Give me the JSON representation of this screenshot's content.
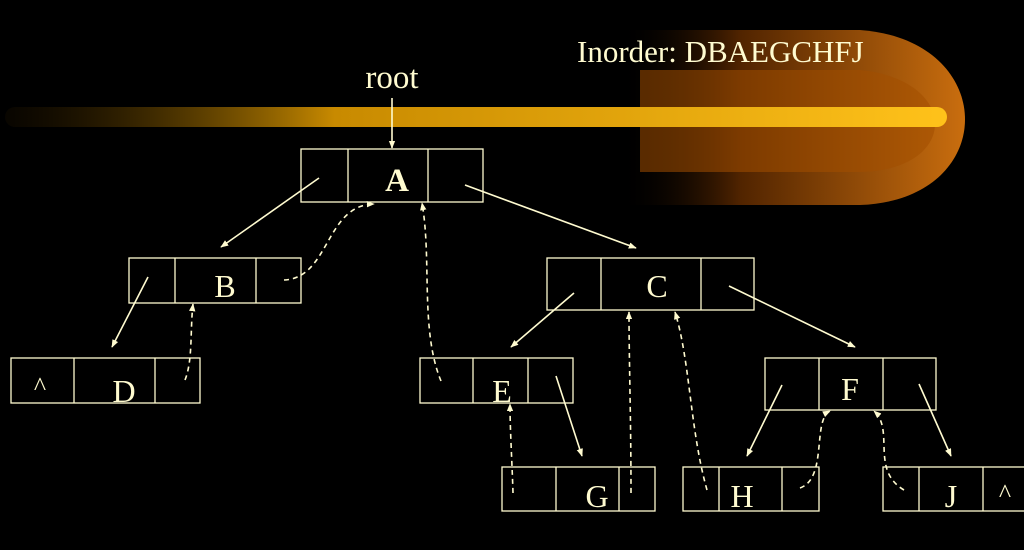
{
  "header": {
    "traversal_label": "Inorder: DBAEGCHFJ",
    "root_label": "root"
  },
  "nodes": {
    "A": {
      "left": "",
      "value": "A",
      "right": ""
    },
    "B": {
      "left": "",
      "value": "B",
      "right": ""
    },
    "C": {
      "left": "",
      "value": "C",
      "right": ""
    },
    "D": {
      "left": "^",
      "value": "D",
      "right": ""
    },
    "E": {
      "left": "",
      "value": "E",
      "right": ""
    },
    "F": {
      "left": "",
      "value": "F",
      "right": ""
    },
    "G": {
      "left": "",
      "value": "G",
      "right": ""
    },
    "H": {
      "left": "",
      "value": "H",
      "right": ""
    },
    "J": {
      "left": "",
      "value": "J",
      "right": "^"
    }
  },
  "colors": {
    "background": "#000000",
    "ink": "#fffbd0",
    "accent_bar": "#f5b400",
    "accent_glow": "#c46a00"
  }
}
